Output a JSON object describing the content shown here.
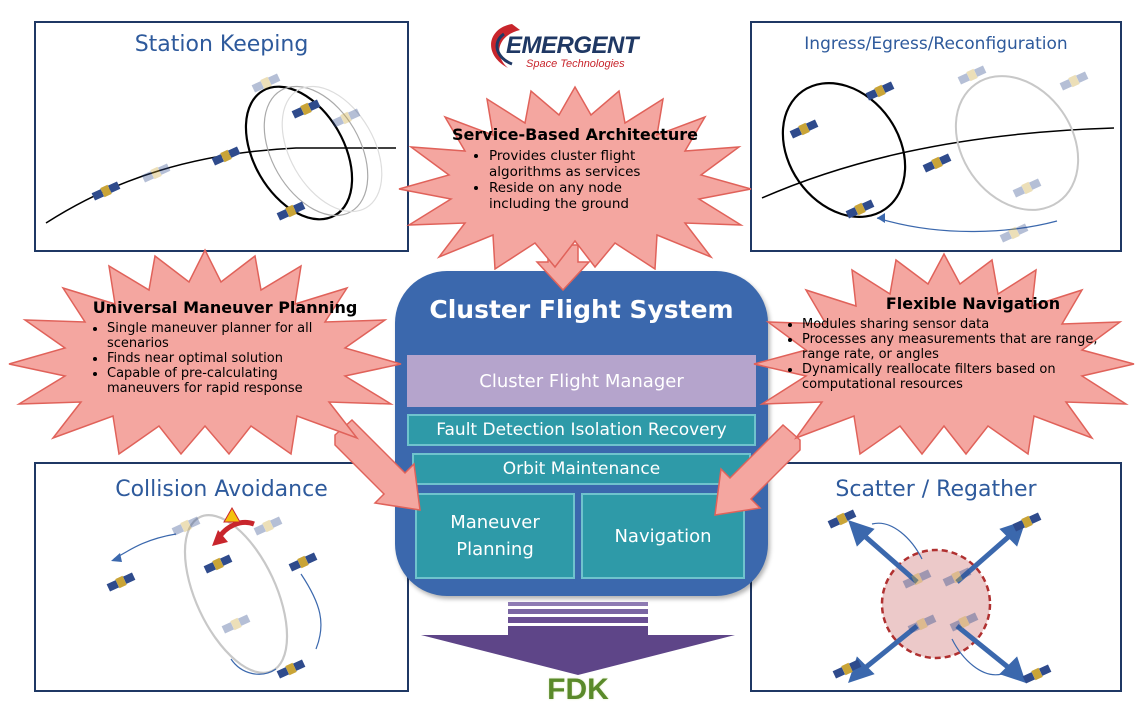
{
  "logo": {
    "name": "EMERGENT",
    "tagline": "Space Technologies"
  },
  "panels": {
    "station_keeping": "Station Keeping",
    "ingress_egress": "Ingress/Egress/Reconfiguration",
    "collision_avoidance": "Collision Avoidance",
    "scatter_regather": "Scatter / Regather"
  },
  "service_based": {
    "title": "Service-Based Architecture",
    "bullets": [
      "Provides cluster flight algorithms as services",
      "Reside on any node including the ground"
    ]
  },
  "universal_maneuver": {
    "title": "Universal Maneuver Planning",
    "bullets": [
      "Single maneuver planner for all scenarios",
      "Finds near optimal solution",
      "Capable of pre-calculating maneuvers for rapid response"
    ]
  },
  "flexible_navigation": {
    "title": "Flexible Navigation",
    "bullets": [
      "Modules sharing sensor data",
      "Processes any measurements that are range, range rate, or angles",
      "Dynamically reallocate filters based on computational resources"
    ]
  },
  "cluster_flight_system": {
    "title": "Cluster Flight System",
    "manager": "Cluster Flight Manager",
    "fdir": "Fault Detection Isolation Recovery",
    "orbit": "Orbit Maintenance",
    "maneuver": "Maneuver Planning",
    "navigation": "Navigation"
  },
  "output": "FDK",
  "colors": {
    "panel_border": "#1f3864",
    "panel_title": "#2e5a9c",
    "starburst_fill": "#f4a6a0",
    "starburst_stroke": "#e0625a",
    "system_blue": "#3b68ad",
    "manager_lilac": "#b5a4cc",
    "module_teal": "#2e9aa8",
    "fdk_green": "#5a8a2a",
    "arrow_purple": "#6a4f94"
  }
}
